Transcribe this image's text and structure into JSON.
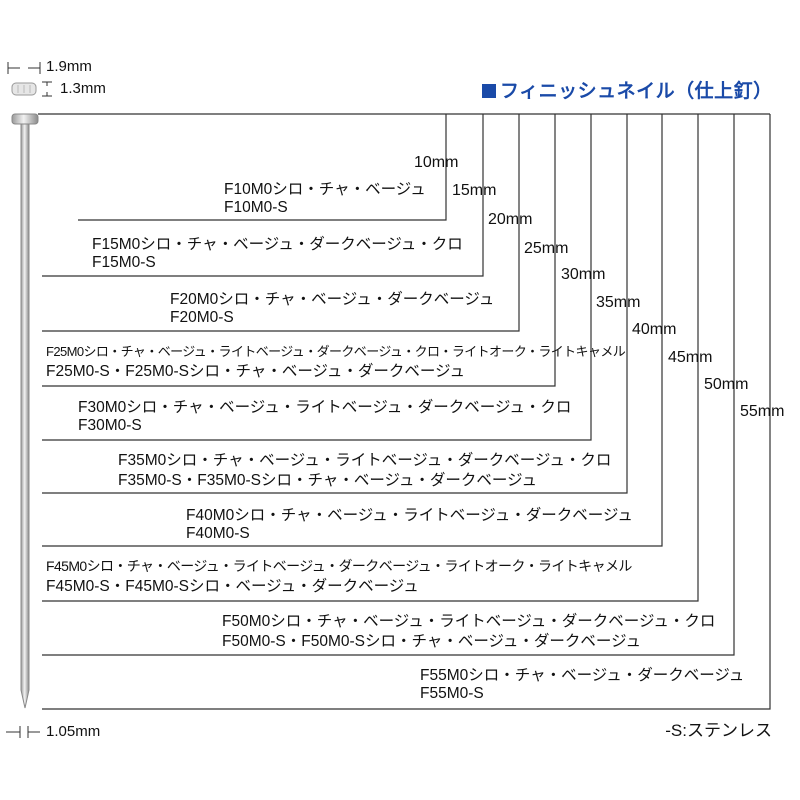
{
  "title": "フィニッシュネイル（仕上釘）",
  "dimensions": {
    "head_width": "1.9mm",
    "head_height": "1.3mm",
    "shank": "1.05mm"
  },
  "lengths": [
    {
      "length": "10mm",
      "line1": "F10M0シロ・チャ・ベージュ",
      "line2": "F10M0-S"
    },
    {
      "length": "15mm",
      "line1": "F15M0シロ・チャ・ベージュ・ダークベージュ・クロ",
      "line2": "F15M0-S"
    },
    {
      "length": "20mm",
      "line1": "F20M0シロ・チャ・ベージュ・ダークベージュ",
      "line2": "F20M0-S"
    },
    {
      "length": "25mm",
      "line1": "F25M0シロ・チャ・ベージュ・ライトベージュ・ダークベージュ・クロ・ライトオーク・ライトキャメル",
      "line2": "F25M0-S・F25M0-Sシロ・チャ・ベージュ・ダークベージュ"
    },
    {
      "length": "30mm",
      "line1": "F30M0シロ・チャ・ベージュ・ライトベージュ・ダークベージュ・クロ",
      "line2": "F30M0-S"
    },
    {
      "length": "35mm",
      "line1": "F35M0シロ・チャ・ベージュ・ライトベージュ・ダークベージュ・クロ",
      "line2": "F35M0-S・F35M0-Sシロ・チャ・ベージュ・ダークベージュ"
    },
    {
      "length": "40mm",
      "line1": "F40M0シロ・チャ・ベージュ・ライトベージュ・ダークベージュ",
      "line2": "F40M0-S"
    },
    {
      "length": "45mm",
      "line1": "F45M0シロ・チャ・ベージュ・ライトベージュ・ダークベージュ・ライトオーク・ライトキャメル",
      "line2": "F45M0-S・F45M0-Sシロ・ベージュ・ダークベージュ"
    },
    {
      "length": "50mm",
      "line1": "F50M0シロ・チャ・ベージュ・ライトベージュ・ダークベージュ・クロ",
      "line2": "F50M0-S・F50M0-Sシロ・チャ・ベージュ・ダークベージュ"
    },
    {
      "length": "55mm",
      "line1": "F55M0シロ・チャ・ベージュ・ダークベージュ",
      "line2": "F55M0-S"
    }
  ],
  "note": "-S:ステンレス",
  "colors": {
    "title": "#1a4aa8",
    "line": "#333333",
    "nail": "#9a9a9a"
  }
}
